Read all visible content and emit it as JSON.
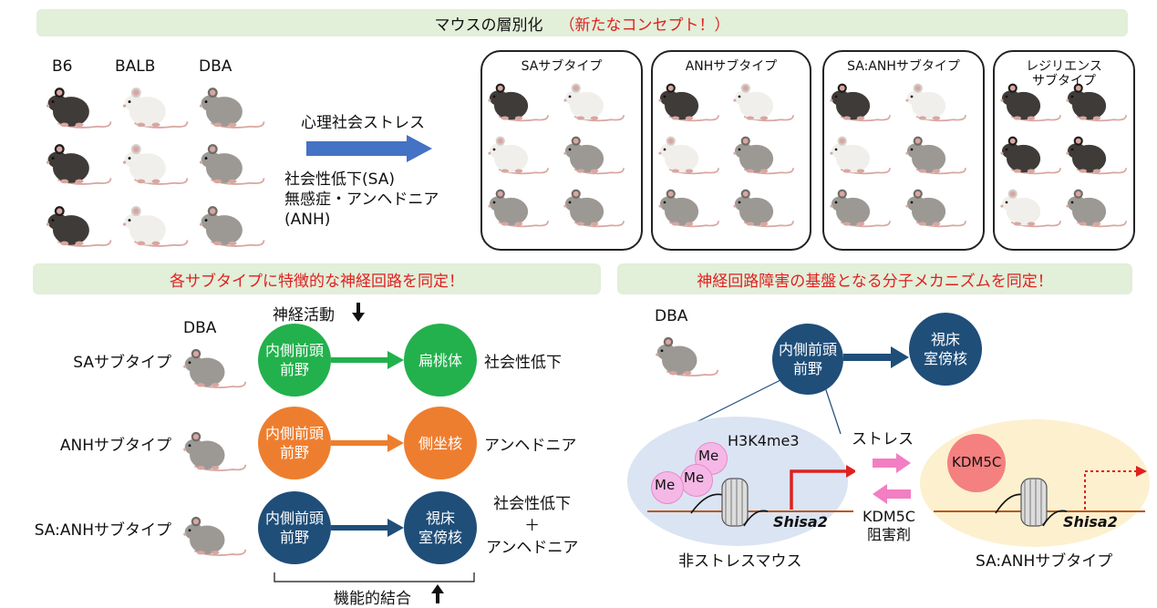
{
  "top_banner": {
    "title": "マウスの層別化",
    "highlight": "（新たなコンセプト！）"
  },
  "strains": [
    "B6",
    "BALB",
    "DBA"
  ],
  "stress_label": "心理社会ストレス",
  "outcome_label": "社会性低下(SA)\n無感症・アンヘドニア\n(ANH)",
  "subtype_boxes": [
    {
      "title": "SAサブタイプ",
      "mice": [
        "black",
        "white",
        "white",
        "gray",
        "gray",
        "gray"
      ]
    },
    {
      "title": "ANHサブタイプ",
      "mice": [
        "black",
        "white",
        "white",
        "gray",
        "gray",
        "gray"
      ]
    },
    {
      "title": "SA:ANHサブタイプ",
      "mice": [
        "black",
        "white",
        "white",
        "gray",
        "gray",
        "gray"
      ]
    },
    {
      "title": "レジリエンス\nサブタイプ",
      "mice": [
        "black",
        "black",
        "black",
        "black",
        "white",
        "gray"
      ]
    }
  ],
  "left_banner": "各サブタイプに特徴的な神経回路を同定！",
  "right_banner": "神経回路障害の基盤となる分子メカニズムを同定！",
  "left_panel": {
    "strain": "DBA",
    "activity_label": "神経活動",
    "connectivity_label": "機能的結合",
    "rows": [
      {
        "subtype": "SAサブタイプ",
        "source": "内側前頭\n前野",
        "target": "扁桃体",
        "outcome": "社会性低下",
        "color": "green"
      },
      {
        "subtype": "ANHサブタイプ",
        "source": "内側前頭\n前野",
        "target": "側坐核",
        "outcome": "アンヘドニア",
        "color": "orange"
      },
      {
        "subtype": "SA:ANHサブタイプ",
        "source": "内側前頭\n前野",
        "target": "視床\n室傍核",
        "outcome": "社会性低下\n＋\nアンヘドニア",
        "color": "navy"
      }
    ]
  },
  "right_panel": {
    "strain": "DBA",
    "source": "内側前頭\n前野",
    "target": "視床\n室傍核",
    "mark": "H3K4me3",
    "me": "Me",
    "gene": "Shisa2",
    "enzyme": "KDM5C",
    "stress": "ストレス",
    "inhibitor": "KDM5C\n阻害剤",
    "left_caption": "非ストレスマウス",
    "right_caption": "SA:ANHサブタイプ"
  },
  "colors": {
    "green": "#22b14c",
    "orange": "#ee7e2f",
    "navy": "#1f4e79",
    "pink_arrow": "#f27ec3",
    "red": "#e02020",
    "blue_arrow": "#4472c4"
  },
  "icons": [
    "mouse-icon",
    "arrow-right-icon",
    "arrow-down-icon",
    "arrow-up-icon",
    "nucleosome-icon"
  ]
}
